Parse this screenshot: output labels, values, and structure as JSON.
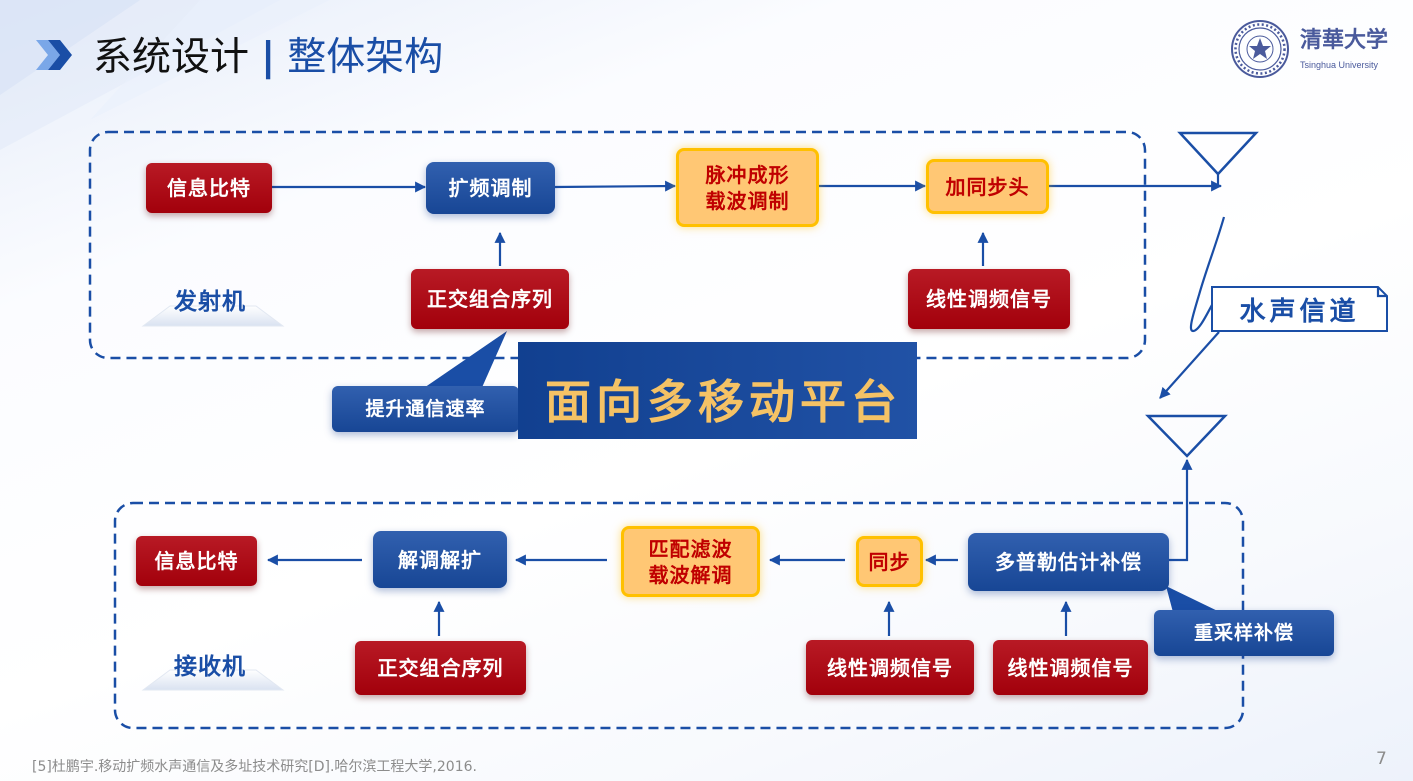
{
  "header": {
    "title_main": "系统设计",
    "separator": "|",
    "title_sub": "整体架构"
  },
  "logo": {
    "seal_icon": "tsinghua-seal-icon",
    "name_cn": "清華大学",
    "name_en": "Tsinghua University"
  },
  "transmitter": {
    "label": "发射机",
    "info_bits": "信息比特",
    "spread_modulation": "扩频调制",
    "pulse_shaping_carrier": [
      "脉冲成形",
      "载波调制"
    ],
    "add_sync_header": "加同步头",
    "orthogonal_sequence": "正交组合序列",
    "lfm_signal": "线性调频信号",
    "callout": "提升通信速率"
  },
  "banner": {
    "text": "面向多移动平台"
  },
  "channel": {
    "label": "水声信道"
  },
  "receiver": {
    "label": "接收机",
    "info_bits": "信息比特",
    "demod_despread": "解调解扩",
    "matched_filter_carrier": [
      "匹配滤波",
      "载波解调"
    ],
    "sync": "同步",
    "doppler_compensation": "多普勒估计补偿",
    "orthogonal_sequence": "正交组合序列",
    "lfm_signal_1": "线性调频信号",
    "lfm_signal_2": "线性调频信号",
    "callout": "重采样补偿"
  },
  "footer": {
    "reference": "[5]杜鹏宇.移动扩频水声通信及多址技术研究[D].哈尔滨工程大学,2016.",
    "page_number": "7"
  },
  "icons": {
    "nav": "chevron-right-icon",
    "antenna": "antenna-icon",
    "channel_wave": "wave-line-icon"
  },
  "colors": {
    "primary_blue": "#1a4ea6",
    "block_red": "#b0000c",
    "block_yellow": "#ffc774",
    "yellow_border": "#ffc000",
    "yellow_text": "#c00000",
    "banner_bg": "#1347a0",
    "banner_text": "#f5c265"
  }
}
